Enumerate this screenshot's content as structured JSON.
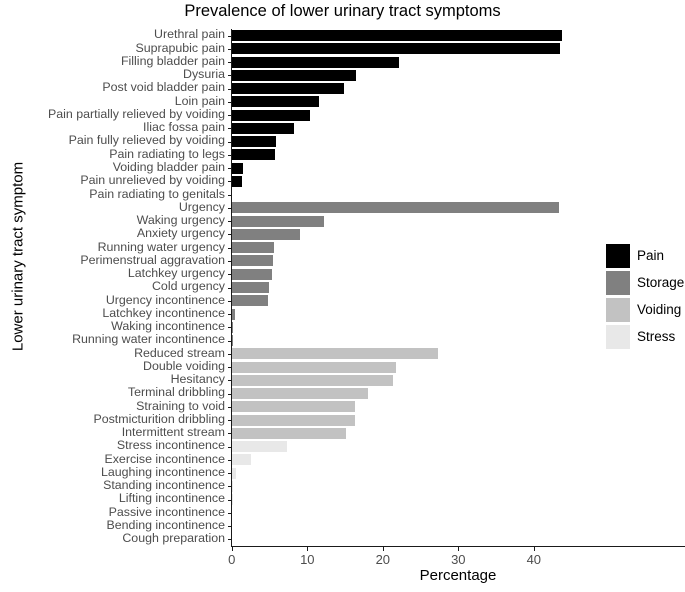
{
  "chart_data": {
    "type": "bar",
    "orientation": "horizontal",
    "title": "Prevalence of lower urinary tract symptoms",
    "xlabel": "Percentage",
    "ylabel": "Lower urinary tract symptom",
    "xlim": [
      0,
      46
    ],
    "xticks": [
      0,
      10,
      20,
      30,
      40
    ],
    "xticklabels": [
      "0",
      "10",
      "20",
      "30",
      "40"
    ],
    "grid": false,
    "legend_position": "right",
    "legend": [
      {
        "label": "Pain",
        "color": "#000000"
      },
      {
        "label": "Storage",
        "color": "#808080"
      },
      {
        "label": "Voiding",
        "color": "#c2c2c2"
      },
      {
        "label": "Stress",
        "color": "#e8e8e8"
      }
    ],
    "groups": [
      "Pain",
      "Storage",
      "Voiding",
      "Stress"
    ],
    "categories": [
      "Urethral pain",
      "Suprapubic pain",
      "Filling bladder pain",
      "Dysuria",
      "Post void bladder pain",
      "Loin pain",
      "Pain partially relieved by voiding",
      "Iliac fossa pain",
      "Pain fully relieved by voiding",
      "Pain radiating to legs",
      "Voiding bladder pain",
      "Pain unrelieved by voiding",
      "Pain radiating to genitals",
      "Urgency",
      "Waking urgency",
      "Anxiety urgency",
      "Running water urgency",
      "Perimenstrual aggravation",
      "Latchkey urgency",
      "Cold urgency",
      "Urgency incontinence",
      "Latchkey incontinence",
      "Waking incontinence",
      "Running water incontinence",
      "Reduced stream",
      "Double voiding",
      "Hesitancy",
      "Terminal dribbling",
      "Straining to void",
      "Postmicturition dribbling",
      "Intermittent stream",
      "Stress incontinence",
      "Exercise incontinence",
      "Laughing incontinence",
      "Standing incontinence",
      "Lifting incontinence",
      "Passive incontinence",
      "Bending incontinence",
      "Cough preparation"
    ],
    "values": [
      43.8,
      43.5,
      22.1,
      16.4,
      14.9,
      11.6,
      10.4,
      8.3,
      5.9,
      5.7,
      1.5,
      1.4,
      0.0,
      43.3,
      12.2,
      9.0,
      5.6,
      5.5,
      5.3,
      4.9,
      4.8,
      0.4,
      0.15,
      0.15,
      27.3,
      21.8,
      21.4,
      18.0,
      16.3,
      16.3,
      15.1,
      7.3,
      2.6,
      0.5,
      0.15,
      0.15,
      0.0,
      0.0,
      0.0
    ],
    "value_groups": [
      "Pain",
      "Pain",
      "Pain",
      "Pain",
      "Pain",
      "Pain",
      "Pain",
      "Pain",
      "Pain",
      "Pain",
      "Pain",
      "Pain",
      "Pain",
      "Storage",
      "Storage",
      "Storage",
      "Storage",
      "Storage",
      "Storage",
      "Storage",
      "Storage",
      "Storage",
      "Storage",
      "Storage",
      "Voiding",
      "Voiding",
      "Voiding",
      "Voiding",
      "Voiding",
      "Voiding",
      "Voiding",
      "Stress",
      "Stress",
      "Stress",
      "Stress",
      "Stress",
      "Stress",
      "Stress",
      "Stress"
    ]
  }
}
